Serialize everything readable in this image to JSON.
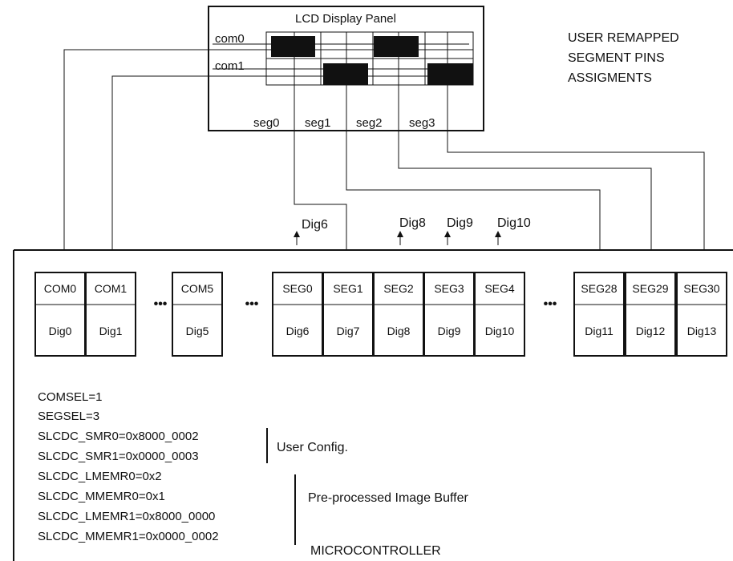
{
  "lcd_panel": {
    "title": "LCD Display Panel",
    "com_labels": [
      "com0",
      "com1"
    ],
    "seg_labels": [
      "seg0",
      "seg1",
      "seg2",
      "seg3"
    ]
  },
  "remap_note": [
    "USER REMAPPED",
    "SEGMENT PINS",
    "ASSIGMENTS"
  ],
  "dig_arrows": [
    "Dig6",
    "Dig8",
    "Dig9",
    "Dig10"
  ],
  "pins": [
    {
      "name": "COM0",
      "dig": "Dig0"
    },
    {
      "name": "COM1",
      "dig": "Dig1"
    },
    {
      "name": "COM5",
      "dig": "Dig5"
    },
    {
      "name": "SEG0",
      "dig": "Dig6"
    },
    {
      "name": "SEG1",
      "dig": "Dig7"
    },
    {
      "name": "SEG2",
      "dig": "Dig8"
    },
    {
      "name": "SEG3",
      "dig": "Dig9"
    },
    {
      "name": "SEG4",
      "dig": "Dig10"
    },
    {
      "name": "SEG28",
      "dig": "Dig11"
    },
    {
      "name": "SEG29",
      "dig": "Dig12"
    },
    {
      "name": "SEG30",
      "dig": "Dig13"
    }
  ],
  "ellipsis": "•••",
  "config_lines": [
    "COMSEL=1",
    "SEGSEL=3",
    "SLCDC_SMR0=0x8000_0002",
    "SLCDC_SMR1=0x0000_0003",
    "SLCDC_LMEMR0=0x2",
    "SLCDC_MMEMR0=0x1",
    "SLCDC_LMEMR1=0x8000_0000",
    "SLCDC_MMEMR1=0x0000_0002"
  ],
  "user_config_label": "User Config.",
  "image_buffer_label": "Pre-processed Image Buffer",
  "mcu_label": "MICROCONTROLLER"
}
